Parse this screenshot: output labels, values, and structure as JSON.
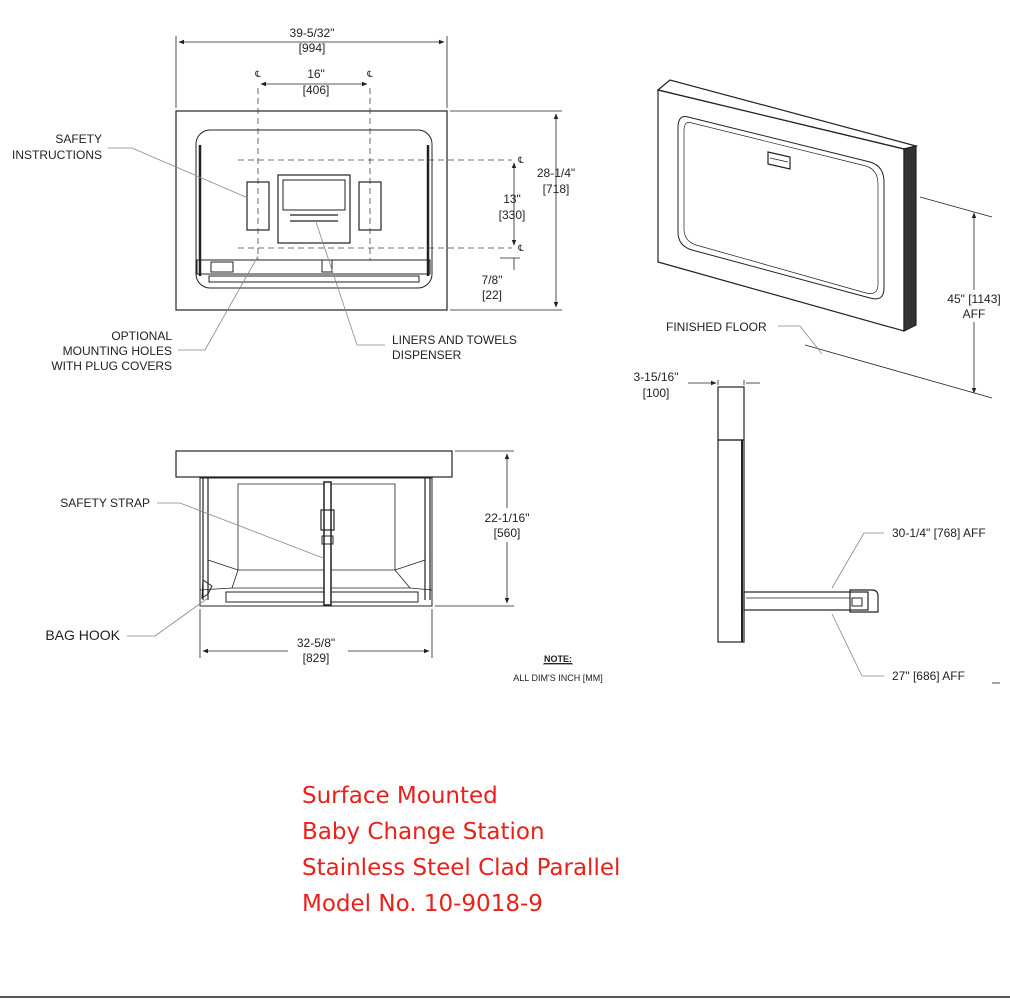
{
  "front_view": {
    "overall_width": "39-5/32\"",
    "overall_width_mm": "[994]",
    "mount_spacing": "16\"",
    "mount_spacing_mm": "[406]",
    "overall_height": "28-1/4\"",
    "overall_height_mm": "[718]",
    "hole_spacing": "13\"",
    "hole_spacing_mm": "[330]",
    "hole_offset": "7/8\"",
    "hole_offset_mm": "[22]",
    "centerline_symbol": "℄",
    "callout_safety_1": "SAFETY",
    "callout_safety_2": "INSTRUCTIONS",
    "callout_holes_1": "OPTIONAL",
    "callout_holes_2": "MOUNTING HOLES",
    "callout_holes_3": "WITH PLUG COVERS",
    "callout_liners_1": "LINERS AND TOWELS",
    "callout_liners_2": "DISPENSER"
  },
  "iso_view": {
    "mount_height": "45\" [1143]",
    "mount_height_aff": "AFF",
    "finished_floor": "FINISHED FLOOR"
  },
  "open_view": {
    "depth": "22-1/16\"",
    "depth_mm": "[560]",
    "bed_width": "32-5/8\"",
    "bed_width_mm": "[829]",
    "callout_strap": "SAFETY STRAP",
    "callout_hook": "BAG HOOK"
  },
  "side_view": {
    "projection": "3-15/16\"",
    "projection_mm": "[100]",
    "top_height": "30-1/4\" [768] AFF",
    "bottom_height": "27\" [686] AFF"
  },
  "note": {
    "title": "NOTE:",
    "text": "ALL DIM'S INCH [MM]"
  },
  "title_block": {
    "line1": "Surface Mounted",
    "line2": "Baby Change Station",
    "line3": "Stainless Steel Clad Parallel",
    "line4": "Model No. 10-9018-9"
  },
  "colors": {
    "title": "#e8211b",
    "lines": "#222222"
  }
}
